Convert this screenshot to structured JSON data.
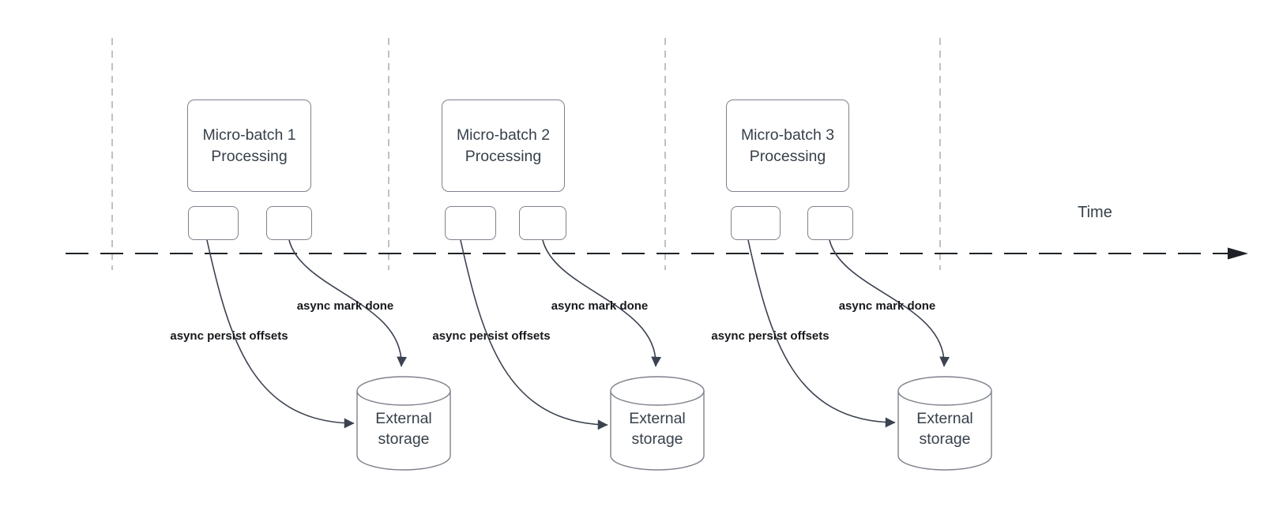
{
  "diagram": {
    "time_axis_label": "Time",
    "batches": [
      {
        "box_label_line1": "Micro-batch 1",
        "box_label_line2": "Processing",
        "persist_arrow_label": "async persist offsets",
        "mark_done_arrow_label": "async mark done",
        "storage_label_line1": "External",
        "storage_label_line2": "storage"
      },
      {
        "box_label_line1": "Micro-batch 2",
        "box_label_line2": "Processing",
        "persist_arrow_label": "async persist offsets",
        "mark_done_arrow_label": "async mark done",
        "storage_label_line1": "External",
        "storage_label_line2": "storage"
      },
      {
        "box_label_line1": "Micro-batch 3",
        "box_label_line2": "Processing",
        "persist_arrow_label": "async persist offsets",
        "mark_done_arrow_label": "async mark done",
        "storage_label_line1": "External",
        "storage_label_line2": "storage"
      }
    ],
    "colors": {
      "background": "#ffffff",
      "shape_border": "#7e828c",
      "shape_text": "#37404a",
      "label_text": "#17191d",
      "timeline": "#1e2227",
      "guide_line": "#9aa0a6",
      "arrow": "#3b4250"
    }
  }
}
